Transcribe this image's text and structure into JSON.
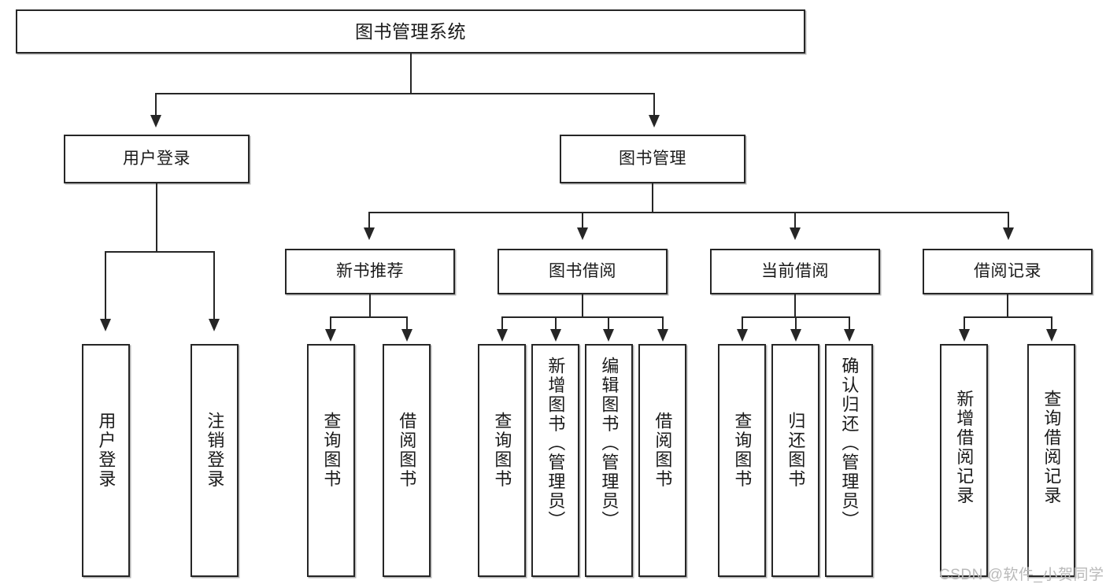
{
  "diagram": {
    "type": "tree-hierarchy-functional-decomposition",
    "root": {
      "label": "图书管理系统"
    },
    "level2": [
      {
        "label": "用户登录"
      },
      {
        "label": "图书管理"
      }
    ],
    "level3": [
      {
        "label": "新书推荐"
      },
      {
        "label": "图书借阅"
      },
      {
        "label": "当前借阅"
      },
      {
        "label": "借阅记录"
      }
    ],
    "leaves": {
      "user_login": [
        {
          "label": "用户登录"
        },
        {
          "label": "注销登录"
        }
      ],
      "new_book_recommend": [
        {
          "label": "查询图书"
        },
        {
          "label": "借阅图书"
        }
      ],
      "book_borrow": [
        {
          "label": "查询图书"
        },
        {
          "label": "新增图书（管理员）"
        },
        {
          "label": "编辑图书（管理员）"
        },
        {
          "label": "借阅图书"
        }
      ],
      "current_borrow": [
        {
          "label": "查询图书"
        },
        {
          "label": "归还图书"
        },
        {
          "label": "确认归还（管理员）"
        }
      ],
      "borrow_record": [
        {
          "label": "新增借阅记录"
        },
        {
          "label": "查询借阅记录"
        }
      ]
    }
  },
  "watermark": {
    "text": "CSDN @软件_小贺同学"
  },
  "colors": {
    "border": "#262626",
    "text": "#1a1a1a",
    "background": "#ffffff",
    "watermark": "#b9b9b9"
  }
}
